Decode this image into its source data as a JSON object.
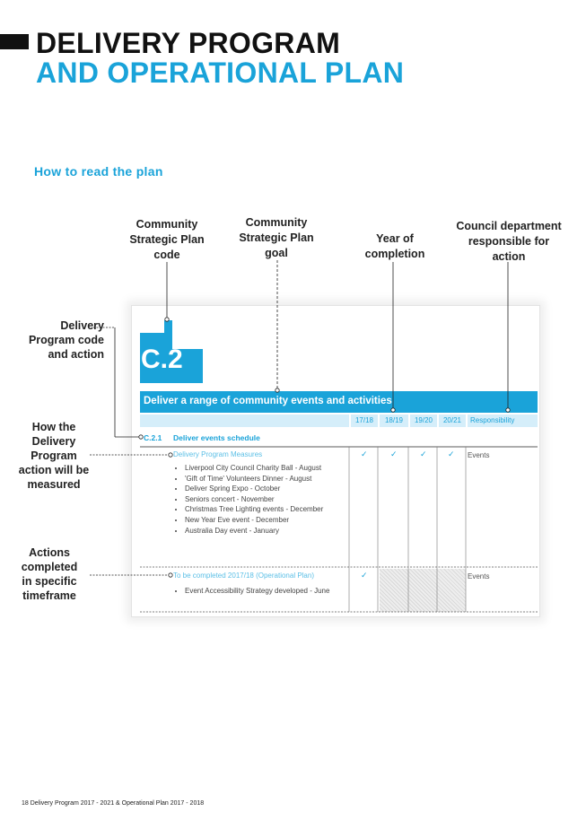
{
  "header": {
    "title_line1": "DELIVERY PROGRAM",
    "title_line2": "AND OPERATIONAL PLAN",
    "subtitle": "How to read the plan"
  },
  "top_labels": {
    "csp_code": [
      "Community",
      "Strategic Plan",
      "code"
    ],
    "csp_goal": [
      "Community",
      "Strategic Plan",
      "goal"
    ],
    "year": [
      "Year of",
      "completion"
    ],
    "council": [
      "Council department",
      "responsible for",
      "action"
    ]
  },
  "side_labels": {
    "dp_code": [
      "Delivery",
      "Program code",
      "and action"
    ],
    "measured": [
      "How the",
      "Delivery",
      "Program",
      "action will be",
      "measured"
    ],
    "actions": [
      "Actions",
      "completed",
      "in specific",
      "timeframe"
    ]
  },
  "plan": {
    "code": "C.2",
    "goal": "Deliver a range of community events and activities",
    "columns": [
      "17/18",
      "18/19",
      "19/20",
      "20/21",
      "Responsibility"
    ],
    "action_code": "C.2.1",
    "action_text": "Deliver events schedule",
    "measures_label": "Delivery Program Measures",
    "measures_ticks": [
      "✓",
      "✓",
      "✓",
      "✓"
    ],
    "measures_dept": "Events",
    "measures": [
      "Liverpool City Council Charity Ball - August",
      "'Gift of Time' Volunteers Dinner - August",
      "Deliver Spring Expo - October",
      "Seniors concert - November",
      "Christmas Tree Lighting events - December",
      "New Year Eve event - December",
      "Australia Day event - January"
    ],
    "ops_label": "To be completed 2017/18 (Operational Plan)",
    "ops_tick": "✓",
    "ops_dept": "Events",
    "ops_items": [
      "Event Accessibility Strategy developed - June"
    ]
  },
  "footer": {
    "text": "18  Delivery Program 2017 - 2021 & Operational Plan 2017 - 2018"
  },
  "colors": {
    "accent": "#1aa3d9",
    "text": "#222222"
  }
}
